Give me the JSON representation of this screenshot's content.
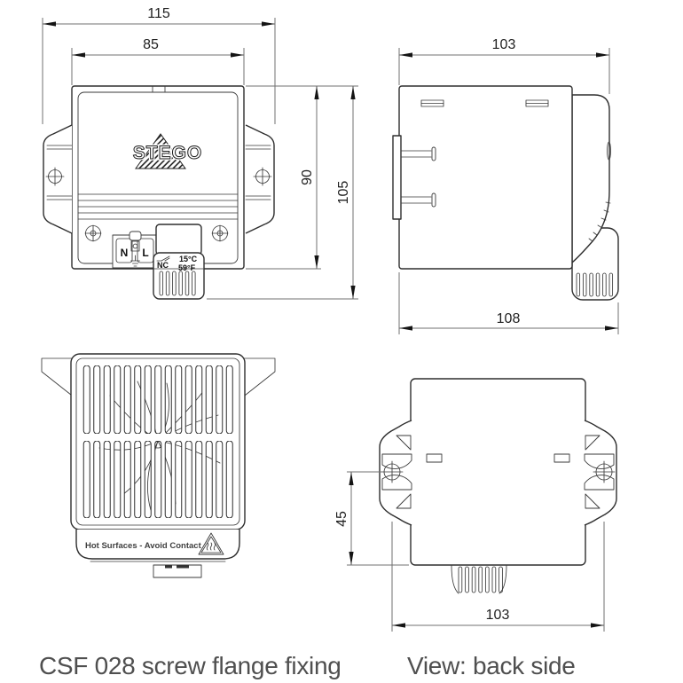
{
  "captions": {
    "model": "CSF 028 screw flange fixing",
    "view_label": "View: back side"
  },
  "front_view": {
    "dims": {
      "outer_width": "115",
      "body_width": "85",
      "body_height": "90",
      "total_height": "105"
    },
    "logo_text": "STEGO",
    "terminal_neutral": "N",
    "terminal_line": "L",
    "thermostat_contact": "NC",
    "thermostat_temp_c": "15°C",
    "thermostat_temp_f": "59°F"
  },
  "side_view": {
    "dims": {
      "top_width": "103",
      "bottom_width": "108"
    }
  },
  "grille_view": {
    "warning_label": "Hot Surfaces - Avoid Contact"
  },
  "back_view": {
    "dims": {
      "screw_center_offset": "45",
      "screw_spacing": "103"
    }
  },
  "colors": {
    "outline": "#2e2e2e",
    "dimension_line": "#707070",
    "caption_text": "#4f4f4f",
    "background": "#ffffff"
  }
}
